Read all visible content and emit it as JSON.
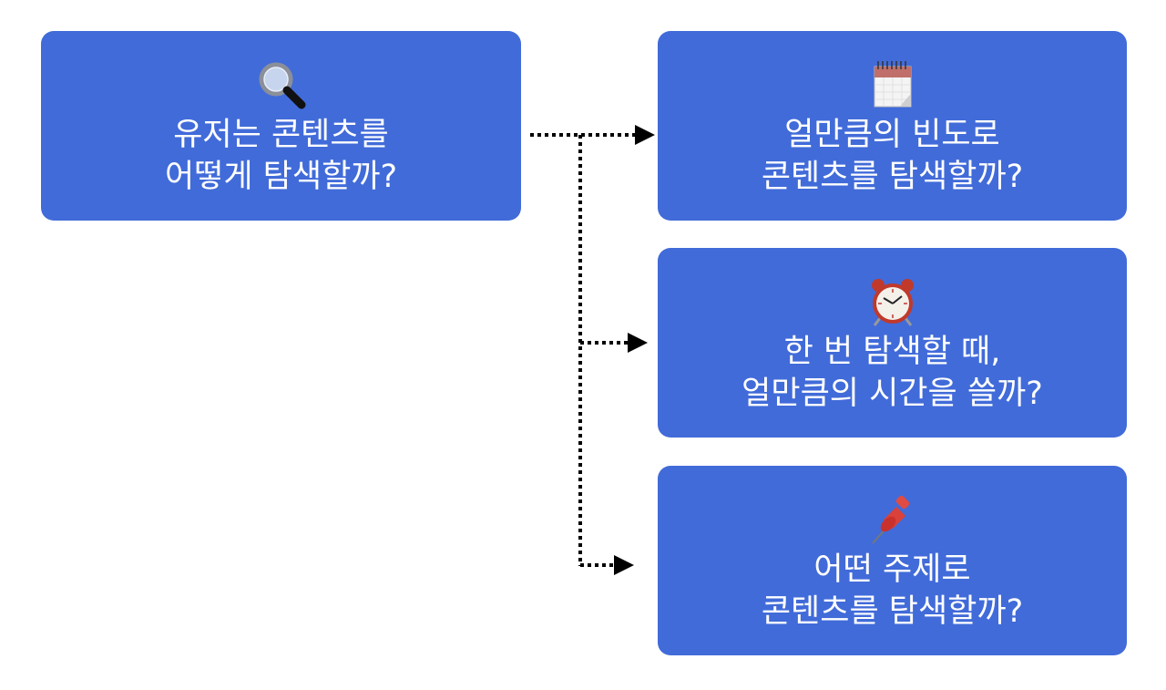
{
  "diagram": {
    "type": "flow",
    "root": {
      "icon": "magnifying-glass-icon",
      "lines": [
        "유저는 콘텐츠를",
        "어떻게 탐색할까?"
      ]
    },
    "children": [
      {
        "id": "frequency",
        "icon": "calendar-icon",
        "lines": [
          "얼만큼의 빈도로",
          "콘텐츠를 탐색할까?"
        ]
      },
      {
        "id": "duration",
        "icon": "alarm-clock-icon",
        "lines": [
          "한 번 탐색할 때,",
          "얼만큼의 시간을 쓸까?"
        ]
      },
      {
        "id": "topic",
        "icon": "pushpin-icon",
        "lines": [
          "어떤 주제로",
          "콘텐츠를 탐색할까?"
        ]
      }
    ],
    "edges": [
      {
        "from": "root",
        "to": "frequency",
        "style": "dotted-arrow"
      },
      {
        "from": "root",
        "to": "duration",
        "style": "dotted-arrow"
      },
      {
        "from": "root",
        "to": "topic",
        "style": "dotted-arrow"
      }
    ],
    "colors": {
      "node_fill": "#416bd9",
      "node_text": "#ffffff",
      "connector": "#000000",
      "background": "#ffffff"
    }
  }
}
